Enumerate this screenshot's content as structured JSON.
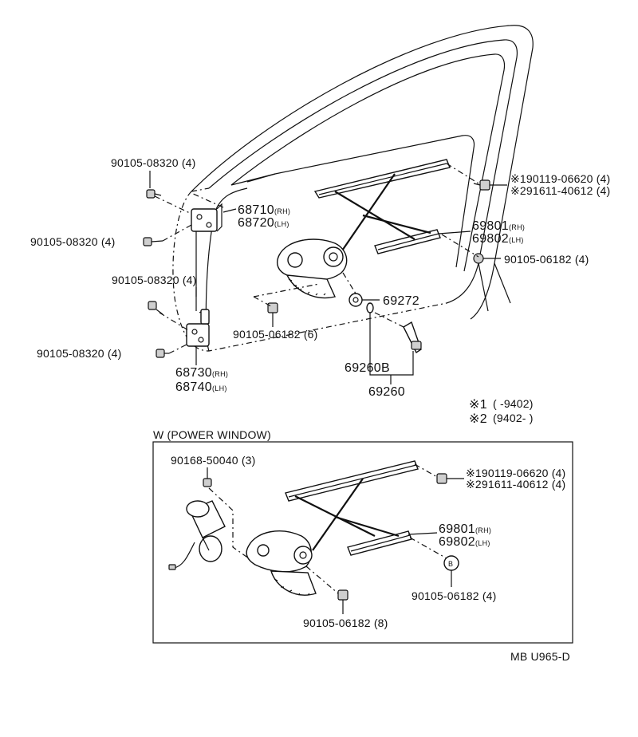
{
  "main": {
    "bolt_top_1": "90105-08320 (4)",
    "bolt_top_2": "90105-08320 (4)",
    "bolt_mid_1": "90105-08320 (4)",
    "bolt_low_1": "90105-08320 (4)",
    "hinge_upper_rh": "68710",
    "hinge_upper_rh_sub": "(RH)",
    "hinge_upper_lh": "68720",
    "hinge_upper_lh_sub": "(LH)",
    "hinge_lower_rh": "68730",
    "hinge_lower_rh_sub": "(RH)",
    "hinge_lower_lh": "68740",
    "hinge_lower_lh_sub": "(LH)",
    "bolt_regulator": "90105-06182 (6)",
    "nut_rail": "90105-06182 (4)",
    "screw_1": "※190119-06620 (4)",
    "screw_2": "※291611-40612 (4)",
    "regulator_rh": "69801",
    "regulator_rh_sub": "(RH)",
    "regulator_lh": "69802",
    "regulator_lh_sub": "(LH)",
    "knob_part": "69272",
    "handle_part": "69260B",
    "handle_assy": "69260"
  },
  "legend": {
    "row1_mark": "※1",
    "row1_text": "(        -9402)",
    "row2_mark": "※2",
    "row2_text": "(9402-        )"
  },
  "power_window": {
    "title": "W (POWER WINDOW)",
    "bolt_motor": "90168-50040 (3)",
    "screw_1": "※190119-06620 (4)",
    "screw_2": "※291611-40612 (4)",
    "regulator_rh": "69801",
    "regulator_rh_sub": "(RH)",
    "regulator_lh": "69802",
    "regulator_lh_sub": "(LH)",
    "nut_circle_letter": "B",
    "nut_rail": "90105-06182 (4)",
    "bolt_regulator": "90105-06182 (8)"
  },
  "footer": {
    "code": "MB U965-D"
  }
}
